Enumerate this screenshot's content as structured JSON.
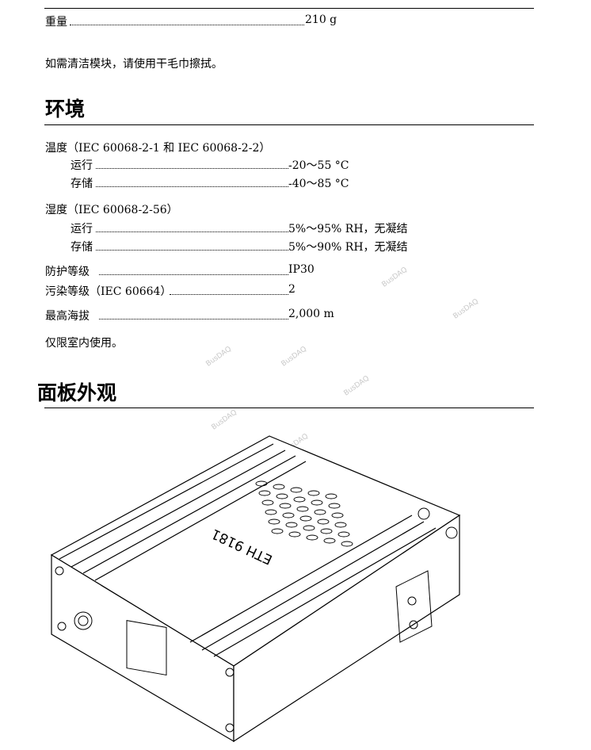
{
  "weight": {
    "label": "重量",
    "value": "210 g"
  },
  "cleaning_note": "如需清洁模块，请使用干毛巾擦拭。",
  "env": {
    "heading": "环境",
    "temp": {
      "label": "温度（IEC 60068-2-1 和 IEC 60068-2-2）",
      "operating_label": "运行",
      "operating": "-20～55 °C",
      "storage_label": "存储",
      "storage": "-40～85 °C"
    },
    "humidity": {
      "label": "湿度（IEC 60068-2-56）",
      "operating_label": "运行",
      "operating": "5%～95% RH，无凝结",
      "storage_label": "存储",
      "storage": "5%～90% RH，无凝结"
    },
    "ip": {
      "label": "防护等级",
      "value": "IP30"
    },
    "pollution": {
      "label": "污染等级（IEC 60664）",
      "value": "2"
    },
    "altitude": {
      "label": "最高海拔",
      "value": "2,000 m"
    },
    "indoor": "仅限室内使用。"
  },
  "panel": {
    "heading": "面板外观",
    "device_label": "ETH 9181"
  },
  "watermark": "BusDAQ"
}
